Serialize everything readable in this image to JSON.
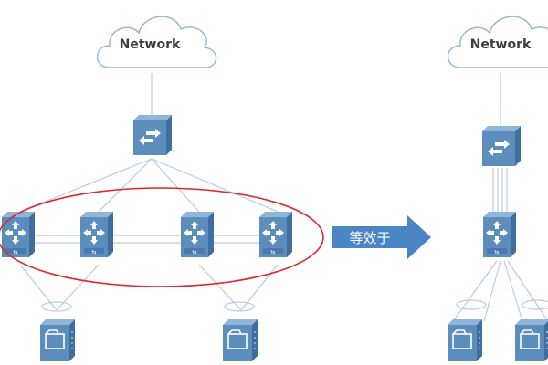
{
  "left_diagram": {
    "cloud_label": "Network"
  },
  "right_diagram": {
    "cloud_label": "Network"
  },
  "arrow": {
    "label": "等效于"
  },
  "colors": {
    "device_face": "#5b8dbd",
    "device_top": "#8fb5d9",
    "device_side": "#3f6f9e",
    "link_line": "#b8cde0",
    "cloud_stroke": "#9bb8d3",
    "highlight_ellipse": "#e0282f",
    "arrow_fill": "#4a86c5"
  },
  "icons": {
    "router": "router-icon",
    "switch": "switch-icon",
    "server": "server-icon",
    "cloud": "cloud-icon"
  }
}
